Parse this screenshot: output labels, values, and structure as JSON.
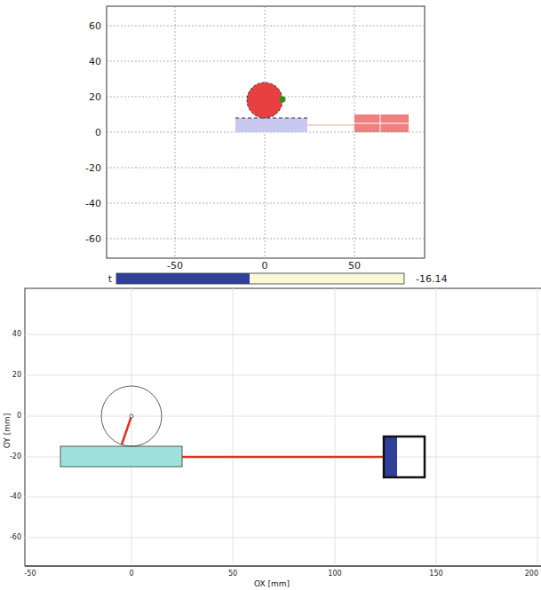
{
  "diagram": {
    "labels": [
      "60",
      "40",
      "20",
      "0",
      "-20",
      "-40",
      "-60",
      "-50",
      "0",
      "50",
      "t",
      "-16.14",
      "40",
      "20",
      "0",
      "-20",
      "-40",
      "-60",
      "-50",
      "0",
      "50",
      "100",
      "150",
      "200",
      "OX [mm]",
      "OY [mm]"
    ]
  }
}
